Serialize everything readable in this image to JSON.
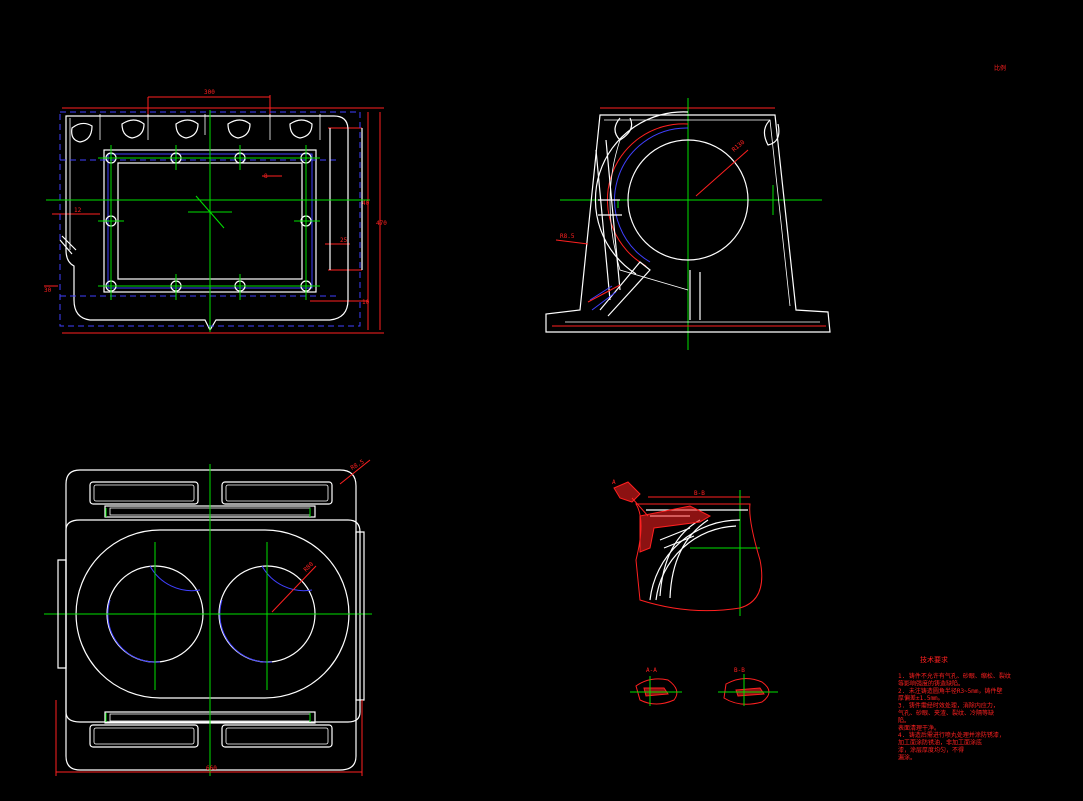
{
  "drawing": {
    "background": "#000000",
    "colors": {
      "outline": "#ffffff",
      "centerline": "#00e000",
      "dimension": "#ff2020",
      "hidden": "#4040ff"
    },
    "corner_label": "比例",
    "dimensions": {
      "top_view_width": "300",
      "top_view_small": "8",
      "top_view_left": "12",
      "top_view_right_a": "25",
      "top_view_right_b": "40",
      "top_view_height": "470",
      "top_view_side": "500",
      "top_view_lower": "30",
      "top_view_bottom": "10",
      "front_radius": "R130",
      "front_left": "R8.5",
      "bottom_corner": "R8.5",
      "bottom_circle": "R80",
      "bottom_width": "660",
      "detail_label": "A",
      "detail_right": "B-B",
      "section_a": "A-A",
      "section_b": "B-B"
    },
    "notes": {
      "title": "技术要求",
      "lines": [
        "1. 铸件不允许有气孔、砂眼、缩松、裂纹",
        "   等影响强度的铸造缺陷。",
        "2. 未注铸造圆角半径R3~5mm，铸件壁",
        "   厚偏差±1.5mm。",
        "3. 铸件需经时效处理，消除内应力，",
        "   气孔、砂眼、夹渣、裂纹、冷隔等缺",
        "   陷。",
        "   表面清理干净。",
        "4. 铸造后需进行喷丸处理并涂防锈漆，",
        "   加工面涂防锈油，非加工面涂底",
        "   漆，涂层厚度均匀，不得",
        "   漏涂。"
      ]
    }
  }
}
